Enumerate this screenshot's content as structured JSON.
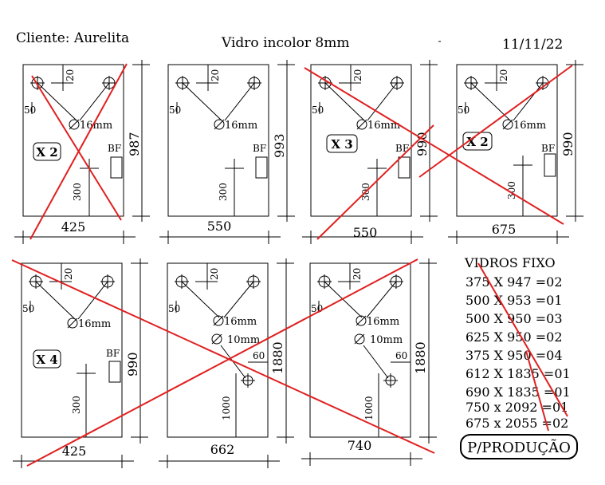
{
  "header": {
    "client": "Cliente: Aurelita",
    "material": "Vidro incolor 8mm",
    "date": "11/11/22"
  },
  "panels": [
    {
      "width": "425",
      "height": "987",
      "dim_top": "20",
      "dim_left": "50",
      "dim_bottom": "300",
      "hole_label": "16mm",
      "bf_label": "BF",
      "count": "X 2",
      "crossed": true
    },
    {
      "width": "550",
      "height": "993",
      "dim_top": "20",
      "dim_left": "50",
      "dim_bottom": "300",
      "hole_label": "16mm",
      "bf_label": "BF",
      "count": "",
      "crossed": false
    },
    {
      "width": "550",
      "height": "990",
      "dim_top": "20",
      "dim_left": "50",
      "dim_bottom": "300",
      "hole_label": "16mm",
      "bf_label": "BF",
      "count": "X 3",
      "crossed": true
    },
    {
      "width": "675",
      "height": "990",
      "dim_top": "20",
      "dim_left": "50",
      "dim_bottom": "300",
      "hole_label": "16mm",
      "bf_label": "BF",
      "count": "X 2",
      "crossed": true
    },
    {
      "width": "425",
      "height": "990",
      "dim_top": "20",
      "dim_left": "50",
      "dim_bottom": "300",
      "hole_label": "16mm",
      "bf_label": "BF",
      "count": "X 4",
      "crossed": true
    },
    {
      "width": "662",
      "height": "1880",
      "dim_top": "20",
      "dim_left": "50",
      "dim_bottom": "1000",
      "hole_label": "16mm",
      "hole2_label": "10mm",
      "dim_side": "60",
      "count": "",
      "crossed": true
    },
    {
      "width": "740",
      "height": "1880",
      "dim_top": "20",
      "dim_left": "50",
      "dim_bottom": "1000",
      "hole_label": "16mm",
      "hole2_label": "10mm",
      "dim_side": "60",
      "count": "",
      "crossed": true
    }
  ],
  "list": {
    "title": "VIDROS FIXO",
    "items": [
      "375 X 947 =02",
      "500 X 953 =01",
      "500 X 950 =03",
      "625 X 950 =02",
      "375 X 950 =04",
      "612 X 1835 =01",
      "690 X 1835 =01",
      "750 x 2092 =01",
      "675 x 2055 =02"
    ],
    "crossed": true
  },
  "production_label": "P/PRODUÇÃO",
  "colors": {
    "cross": "#e02020",
    "line": "#000000",
    "background": "#ffffff"
  }
}
